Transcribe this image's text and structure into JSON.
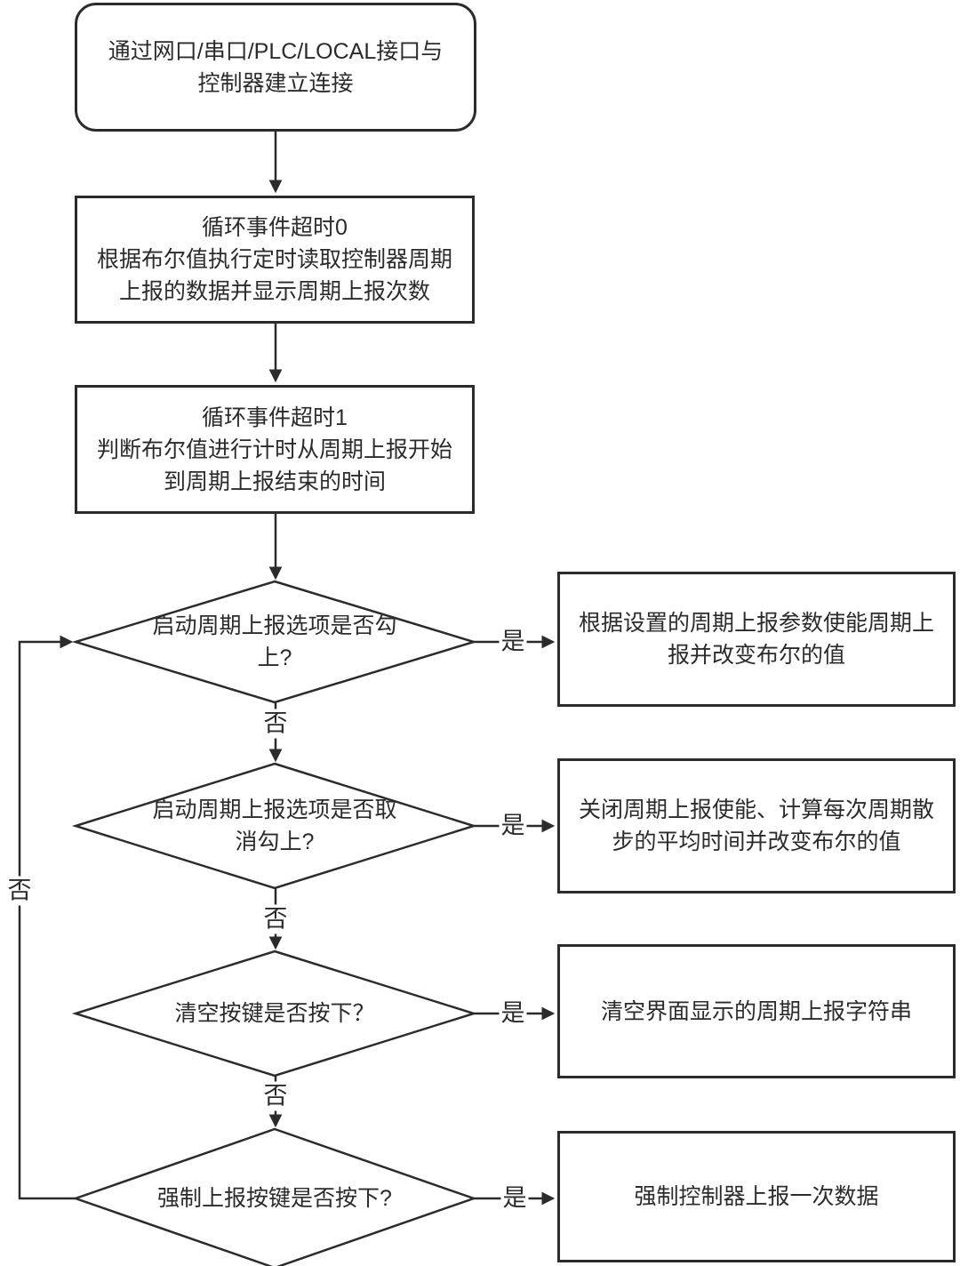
{
  "colors": {
    "stroke": "#2b2b2b",
    "canvas_background": "#ffffff",
    "node_fill": "#ffffff",
    "text": "#2b2b2b"
  },
  "nodes": {
    "start": "通过网口/串口/PLC/LOCAL接口与控制器建立连接",
    "loop_event_0": {
      "title": "循环事件超时0",
      "body": "根据布尔值执行定时读取控制器周期上报的数据并显示周期上报次数"
    },
    "loop_event_1": {
      "title": "循环事件超时1",
      "body": "判断布尔值进行计时从周期上报开始到周期上报结束的时间"
    },
    "decision_start_report": "启动周期上报选项是否勾上?",
    "decision_cancel_report": "启动周期上报选项是否取消勾上?",
    "decision_clear_button": "清空按键是否按下？",
    "decision_force_button": "强制上报按键是否按下?",
    "action_enable_report": "根据设置的周期上报参数使能周期上报并改变布尔的值",
    "action_disable_report": "关闭周期上报使能、计算每次周期散步的平均时间并改变布尔的值",
    "action_clear_display": "清空界面显示的周期上报字符串",
    "action_force_once": "强制控制器上报一次数据"
  },
  "edge_labels": {
    "yes": "是",
    "no": "否"
  }
}
